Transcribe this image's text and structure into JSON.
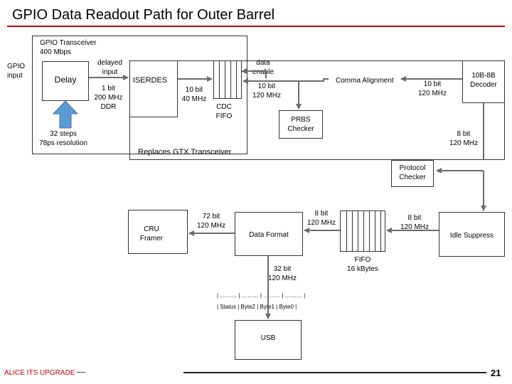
{
  "title": "GPIO Data Readout Path for Outer Barrel",
  "transceiver_label": "GPIO Transceiver\n400 Mbps",
  "gpio_input_label": "GPIO\ninput",
  "delay_label": "Delay",
  "delay_steps_label": "32 steps\n78ps resolution",
  "delayed_input_label": "delayed\ninput",
  "one_bit_label": "1 bit\n200 MHz\nDDR",
  "iserdes_label": "ISERDES",
  "ten_bit_40_label": "10 bit\n40 MHz",
  "cdc_fifo_label": "CDC\nFIFO",
  "data_enable_label": "data\nenable",
  "ten_bit_120_a_label": "10 bit\n120 MHz",
  "comma_alignment_label": "Comma Alignment",
  "ten_bit_120_b_label": "10 bit\n120 MHz",
  "decoder_label": "10B-8B\nDecoder",
  "prbs_checker_label": "PRBS\nChecker",
  "eight_bit_120_a_label": "8 bit\n120 MHz",
  "replaces_gtx_label": "Replaces GTX Transceiver",
  "protocol_checker_label": "Protocol\nChecker",
  "cru_framer_label": "CRU\nFramer",
  "seventy_two_bit_label": "72 bit\n120 MHz",
  "data_format_label": "Data Format",
  "eight_bit_120_b_label": "8 bit\n120 MHz",
  "eight_bit_120_c_label": "8 bit\n120 MHz",
  "idle_suppress_label": "Idle Suppress",
  "fifo_16k_label": "FIFO\n16 kBytes",
  "thirty_two_bit_label": "32 bit\n120 MHz",
  "word_format_line1": "| ……… | ……… | ……… | ……… |",
  "word_format_line2": "| Status | Byte2 | Byte1 | Byte0 |",
  "usb_label": "USB",
  "footer_label": "ALICE ITS UPGRADE",
  "page_number": "21"
}
